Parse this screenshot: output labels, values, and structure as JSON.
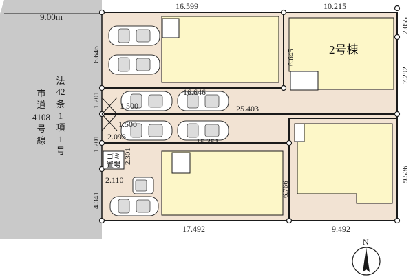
{
  "road": {
    "width": "9.00m",
    "name_right_col": [
      "法",
      "42",
      "条",
      "1",
      "項",
      "1",
      "号"
    ],
    "name_left_col": [
      "市",
      "道",
      "4108",
      "号",
      "線"
    ]
  },
  "dimensions": {
    "top_left": "16.599",
    "top_right": "10.215",
    "right_top_small": "2.055",
    "right_upper": "7.292",
    "right_lower": "9.536",
    "left_upper": "6.646",
    "left_gap1": "1.201",
    "left_gap2": "1.201",
    "left_lower": "4.341",
    "drive1": "1.500",
    "drive2": "1.500",
    "drive_inner_top": "16.646",
    "drive_long": "25.403",
    "drive_inner_bottom": "15.351",
    "left_small1": "2.093",
    "left_small2": "2.301",
    "left_small3": "2.110",
    "inner_upper": "6.645",
    "inner_lower": "6.766",
    "bottom_left": "17.492",
    "bottom_right": "9.492"
  },
  "building_label": "2号棟",
  "garbage_label": [
    "ゴミ",
    "置場"
  ],
  "compass": "N",
  "colors": {
    "road": "#c9c9c9",
    "lot": "#f2e3d3",
    "building": "#fdf7c8",
    "line": "#1a1a1a"
  }
}
